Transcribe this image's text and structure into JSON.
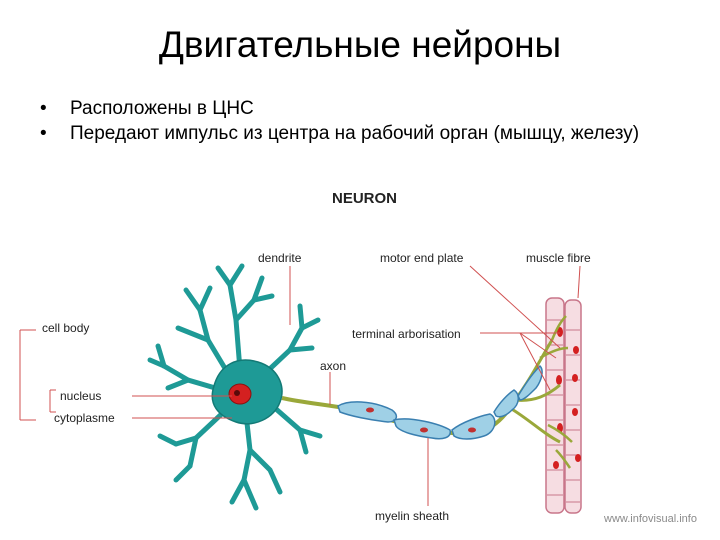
{
  "slide": {
    "title": "Двигательные нейроны",
    "bullets": [
      "Расположены в ЦНС",
      "Передают импульс из центра на рабочий орган (мышцу, железу)"
    ]
  },
  "diagram": {
    "heading": "NEURON",
    "labels": {
      "dendrite": "dendrite",
      "motor_end_plate": "motor end plate",
      "muscle_fibre": "muscle fibre",
      "cell_body": "cell body",
      "terminal_arborisation": "terminal arborisation",
      "axon": "axon",
      "nucleus": "nucleus",
      "cytoplasme": "cytoplasme",
      "myelin_sheath": "myelin sheath"
    },
    "watermark": "www.infovisual.info",
    "colors": {
      "soma": "#1e9a96",
      "soma_edge": "#137a76",
      "nucleus": "#d42020",
      "axon": "#9aa83a",
      "myelin": "#9fd0e6",
      "myelin_edge": "#3a7fb0",
      "muscle": "#f6dde2",
      "muscle_edge": "#c8768a",
      "leader": "#d05050"
    }
  }
}
